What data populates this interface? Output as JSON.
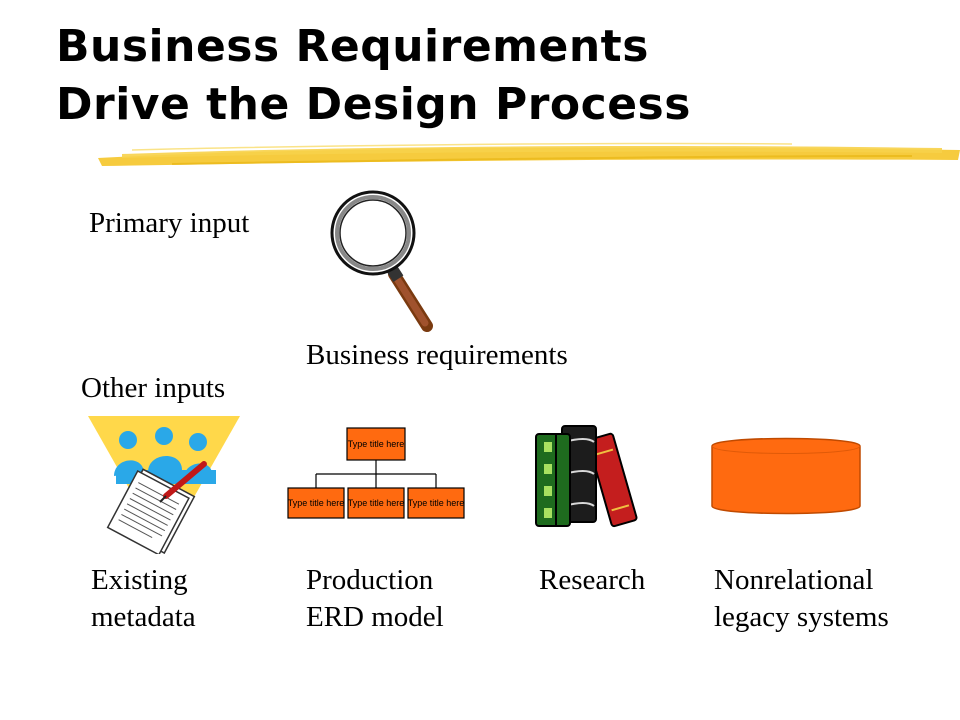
{
  "slide": {
    "title_line1": "Business Requirements",
    "title_line2": "Drive the Design Process"
  },
  "primary": {
    "label": "Primary  input",
    "item_label": "Business  requirements",
    "icon": "magnifying-glass-icon"
  },
  "other": {
    "label": "Other inputs",
    "items": [
      {
        "line1": "Existing",
        "line2": "metadata",
        "icon": "meeting-notes-icon"
      },
      {
        "line1": "Production",
        "line2": "ERD model",
        "icon": "org-chart-icon"
      },
      {
        "line1": "Research",
        "line2": "",
        "icon": "books-icon"
      },
      {
        "line1": "Nonrelational",
        "line2": "legacy systems",
        "icon": "database-cylinder-icon"
      }
    ]
  },
  "org_chart": {
    "top_box": "Type title here",
    "child_box": "Type title here"
  },
  "colors": {
    "accent_orange": "#ff6a10",
    "highlight_yellow": "#f4c21c",
    "triangle_yellow": "#ffd84a",
    "people_blue": "#2aa8e8"
  }
}
